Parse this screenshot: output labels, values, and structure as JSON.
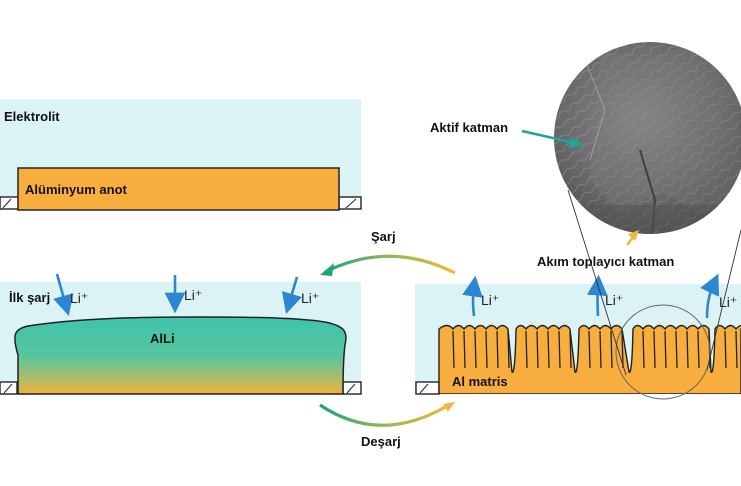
{
  "colors": {
    "electrolyte": "#dcf3f6",
    "anode_orange": "#f8ae3f",
    "alli_teal": "#46c3a8",
    "arrow_blue": "#2e86d1",
    "sem_gray": "#6e6e6e",
    "outline": "#222222"
  },
  "panel_top": {
    "electrolyte_label": "Elektrolit",
    "anode_label": "Alüminyum anot"
  },
  "panel_bottom_left": {
    "stage_label": "İlk şarj",
    "alloy_label": "AlLi",
    "ion_labels": [
      "Li⁺",
      "Li⁺",
      "Li⁺"
    ]
  },
  "cycle": {
    "charge_label": "Şarj",
    "discharge_label": "Deşarj"
  },
  "panel_bottom_right": {
    "matrix_label": "Al matris",
    "ion_labels": [
      "Li⁺",
      "Li⁺",
      "Li⁺"
    ]
  },
  "inset": {
    "active_layer_label": "Aktif katman",
    "collector_label": "Akım toplayıcı katman"
  }
}
